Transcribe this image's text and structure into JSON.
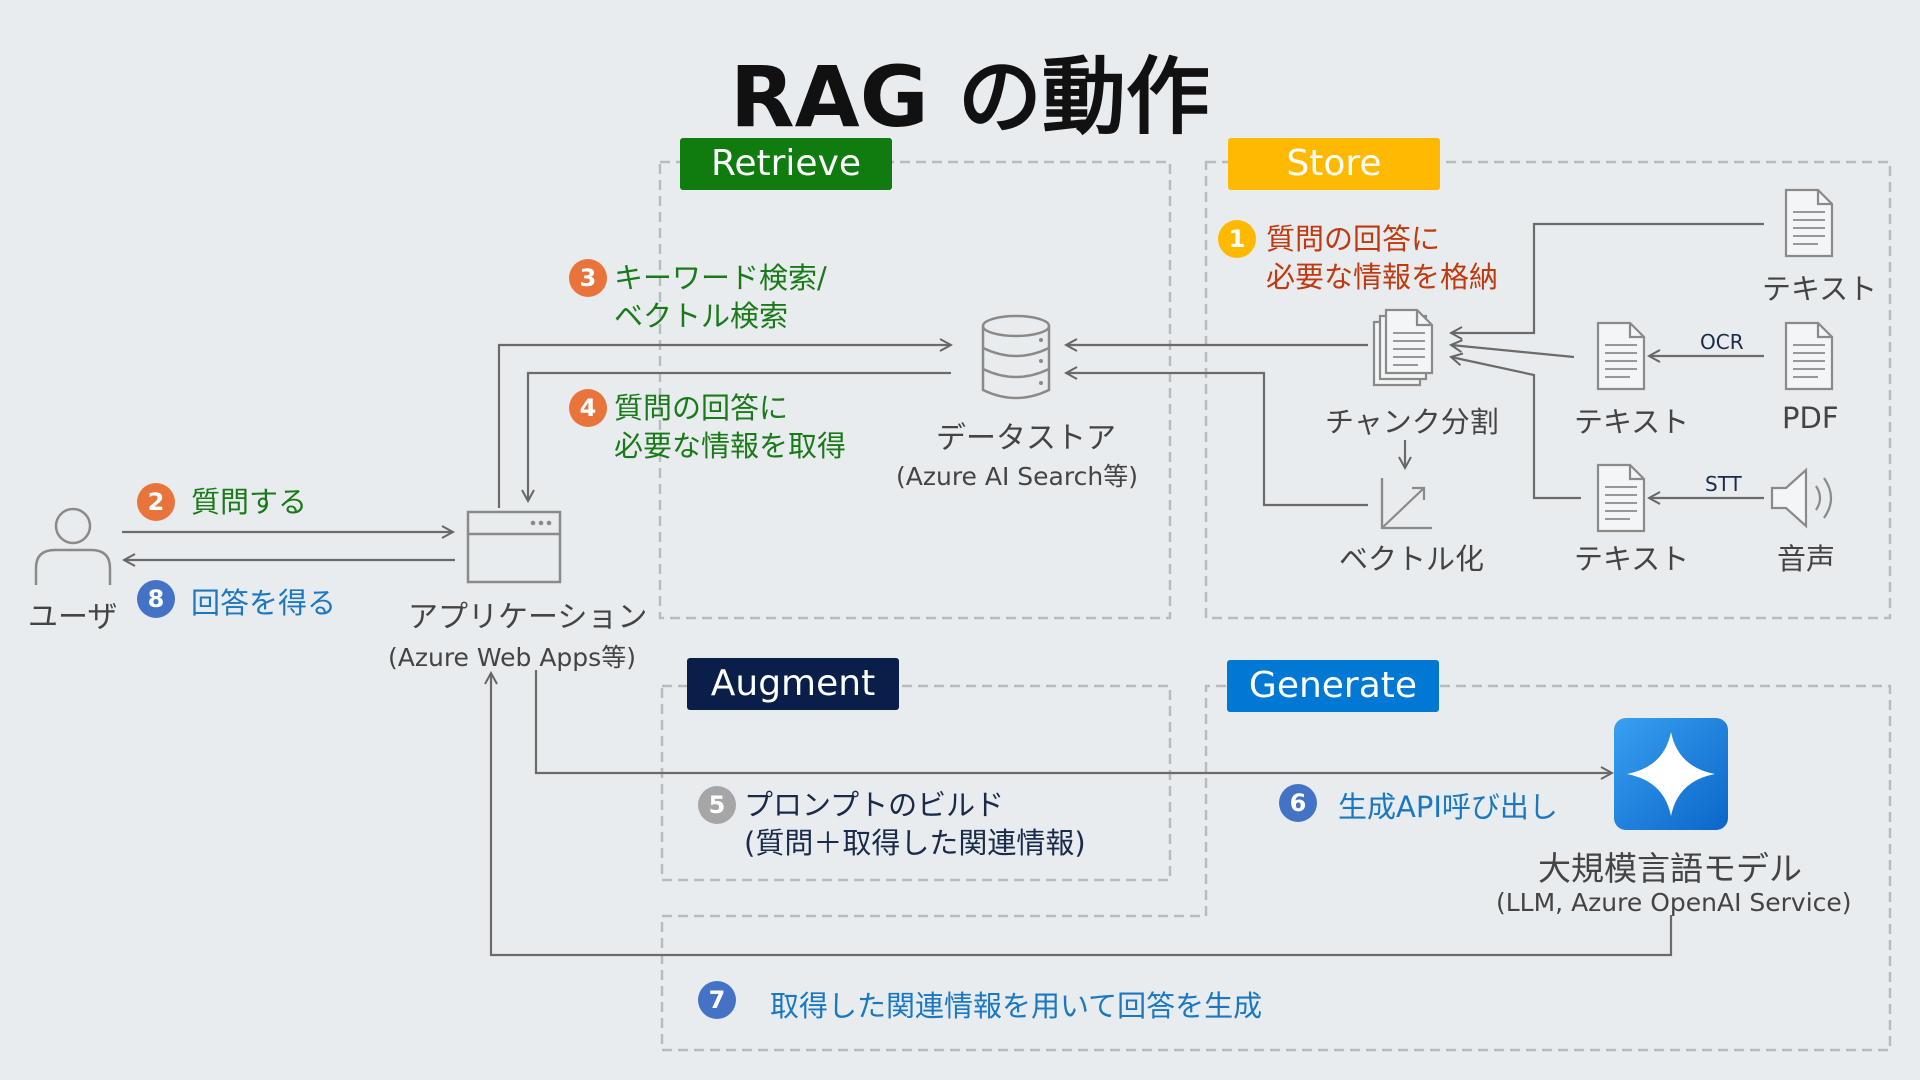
{
  "title": "RAG の動作",
  "sections": {
    "retrieve": "Retrieve",
    "store": "Store",
    "augment": "Augment",
    "generate": "Generate"
  },
  "steps": {
    "s1": {
      "num": "1",
      "line1": "質問の回答に",
      "line2": "必要な情報を格納"
    },
    "s2": {
      "num": "2",
      "text": "質問する"
    },
    "s3": {
      "num": "3",
      "line1": "キーワード検索/",
      "line2": "ベクトル検索"
    },
    "s4": {
      "num": "4",
      "line1": "質問の回答に",
      "line2": "必要な情報を取得"
    },
    "s5": {
      "num": "5",
      "line1": "プロンプトのビルド",
      "line2": "(質問＋取得した関連情報)"
    },
    "s6": {
      "num": "6",
      "text": "生成API呼び出し"
    },
    "s7": {
      "num": "7",
      "text": "取得した関連情報を用いて回答を生成"
    },
    "s8": {
      "num": "8",
      "text": "回答を得る"
    }
  },
  "nodes": {
    "user": "ユーザ",
    "app": "アプリケーション",
    "app_sub": "(Azure Web Apps等)",
    "datastore": "データストア",
    "datastore_sub": "(Azure AI Search等)",
    "chunk": "チャンク分割",
    "vector": "ベクトル化",
    "text_top": "テキスト",
    "text_mid": "テキスト",
    "text_bot": "テキスト",
    "pdf": "PDF",
    "audio": "音声",
    "llm": "大規模言語モデル",
    "llm_sub": "(LLM, Azure OpenAI Service)"
  },
  "edge_labels": {
    "ocr": "OCR",
    "stt": "STT"
  },
  "colors": {
    "retrieve": "#107c10",
    "store": "#ffb900",
    "augment": "#0a1e4a",
    "generate": "#0078d4",
    "orange_badge": "#e8743b",
    "blue_badge": "#4472c4",
    "gray_badge": "#a6a6a6"
  },
  "icons": [
    "user-icon",
    "app-window-icon",
    "database-icon",
    "documents-icon",
    "vector-icon",
    "document-icon",
    "speaker-icon",
    "llm-sparkle-icon"
  ]
}
